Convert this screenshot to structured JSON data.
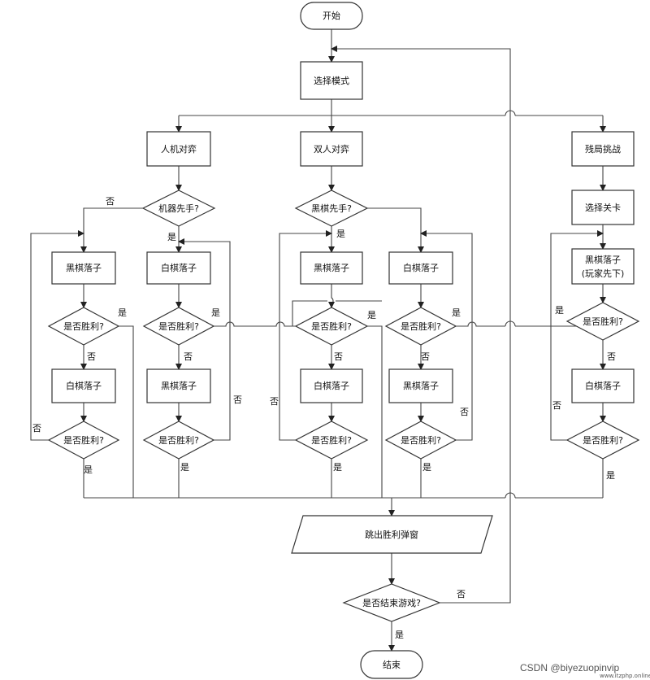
{
  "nodes": {
    "start": "开始",
    "select_mode": "选择模式",
    "pve": "人机对弈",
    "pvp": "双人对弈",
    "endgame": "残局挑战",
    "ai_first": "机器先手?",
    "black_first": "黑棋先手?",
    "select_level": "选择关卡",
    "black_move": "黑棋落子",
    "white_move": "白棋落子",
    "black_move_player": "黑棋落子",
    "black_move_player_sub": "(玩家先下)",
    "win_check": "是否胜利?",
    "victory_popup": "跳出胜利弹窗",
    "end_game_q": "是否结束游戏?",
    "end": "结束"
  },
  "labels": {
    "yes": "是",
    "no": "否"
  },
  "watermark": {
    "main": "CSDN @biyezuopinvip",
    "site": "www.itzphp.online"
  }
}
